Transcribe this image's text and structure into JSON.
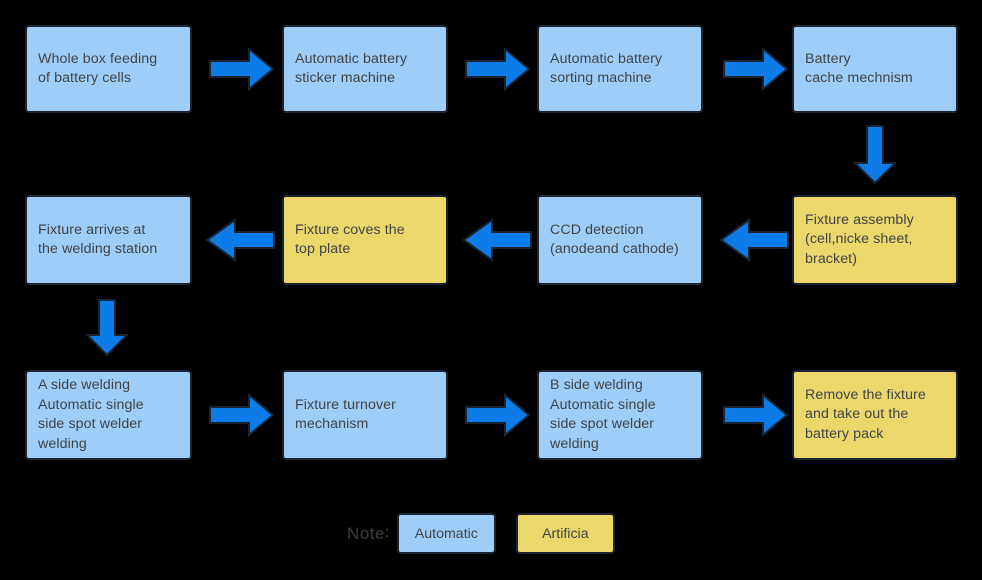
{
  "diagram": {
    "title_text": "",
    "background_color": "#000000",
    "colors": {
      "automatic_fill": "#9ecdf7",
      "artificial_fill": "#ecd76b",
      "node_border": "#1b2430",
      "arrow_fill": "#0d7be8",
      "arrow_outline": "#1b2430",
      "text": "#404347",
      "note_text": "#3c3c3c"
    },
    "rows": [
      {
        "row_name": "row-1-intake",
        "nodes": [
          {
            "id": "whole-box-feeding",
            "text": "Whole box feeding\nof battery cells",
            "type": "automatic"
          },
          {
            "id": "automatic-battery-sticker-machine",
            "text": "Automatic battery\nsticker machine",
            "type": "automatic"
          },
          {
            "id": "automatic-battery-sorting-machine",
            "text": "Automatic battery\nsorting machine",
            "type": "automatic"
          },
          {
            "id": "battery-cache-mechnism",
            "text": "Battery\ncache mechnism",
            "type": "automatic"
          }
        ]
      },
      {
        "row_name": "row-2-assembly",
        "nodes": [
          {
            "id": "fixture-arrives-welding-station",
            "text": "Fixture arrives at\nthe welding station",
            "type": "automatic"
          },
          {
            "id": "fixture-coves-top-plate",
            "text": "Fixture coves the\ntop plate",
            "type": "artificial"
          },
          {
            "id": "ccd-detection",
            "text": "CCD detection\n(anodeand cathode)",
            "type": "automatic"
          },
          {
            "id": "fixture-assembly",
            "text": "Fixture assembly\n(cell,nicke sheet,\nbracket)",
            "type": "artificial"
          }
        ]
      },
      {
        "row_name": "row-3-welding",
        "nodes": [
          {
            "id": "a-side-welding",
            "text": "A side welding\nAutomatic single\nside  spot welder\nwelding",
            "type": "automatic"
          },
          {
            "id": "fixture-turnover-mechanism",
            "text": "Fixture turnover\nmechanism",
            "type": "automatic"
          },
          {
            "id": "b-side-welding",
            "text": "B side welding\nAutomatic single\nside spot welder\nwelding",
            "type": "automatic"
          },
          {
            "id": "remove-fixture-take-out-battery-pack",
            "text": "Remove the fixture\nand take out the\nbattery pack",
            "type": "artificial"
          }
        ]
      }
    ],
    "arrows": [
      {
        "id": "arrow-r1-1-2",
        "direction": "right"
      },
      {
        "id": "arrow-r1-2-3",
        "direction": "right"
      },
      {
        "id": "arrow-r1-3-4",
        "direction": "right"
      },
      {
        "id": "arrow-r1-4-down-r2-4",
        "direction": "down"
      },
      {
        "id": "arrow-r2-4-3",
        "direction": "left"
      },
      {
        "id": "arrow-r2-3-2",
        "direction": "left"
      },
      {
        "id": "arrow-r2-2-1",
        "direction": "left"
      },
      {
        "id": "arrow-r2-1-down-r3-1",
        "direction": "down"
      },
      {
        "id": "arrow-r3-1-2",
        "direction": "right"
      },
      {
        "id": "arrow-r3-2-3",
        "direction": "right"
      },
      {
        "id": "arrow-r3-3-4",
        "direction": "right"
      }
    ]
  },
  "legend": {
    "note_label": "Note∶",
    "items": [
      {
        "id": "legend-automatic",
        "label": "Automatic",
        "type": "automatic"
      },
      {
        "id": "legend-artificia",
        "label": "Artificia",
        "type": "artificial"
      }
    ]
  }
}
